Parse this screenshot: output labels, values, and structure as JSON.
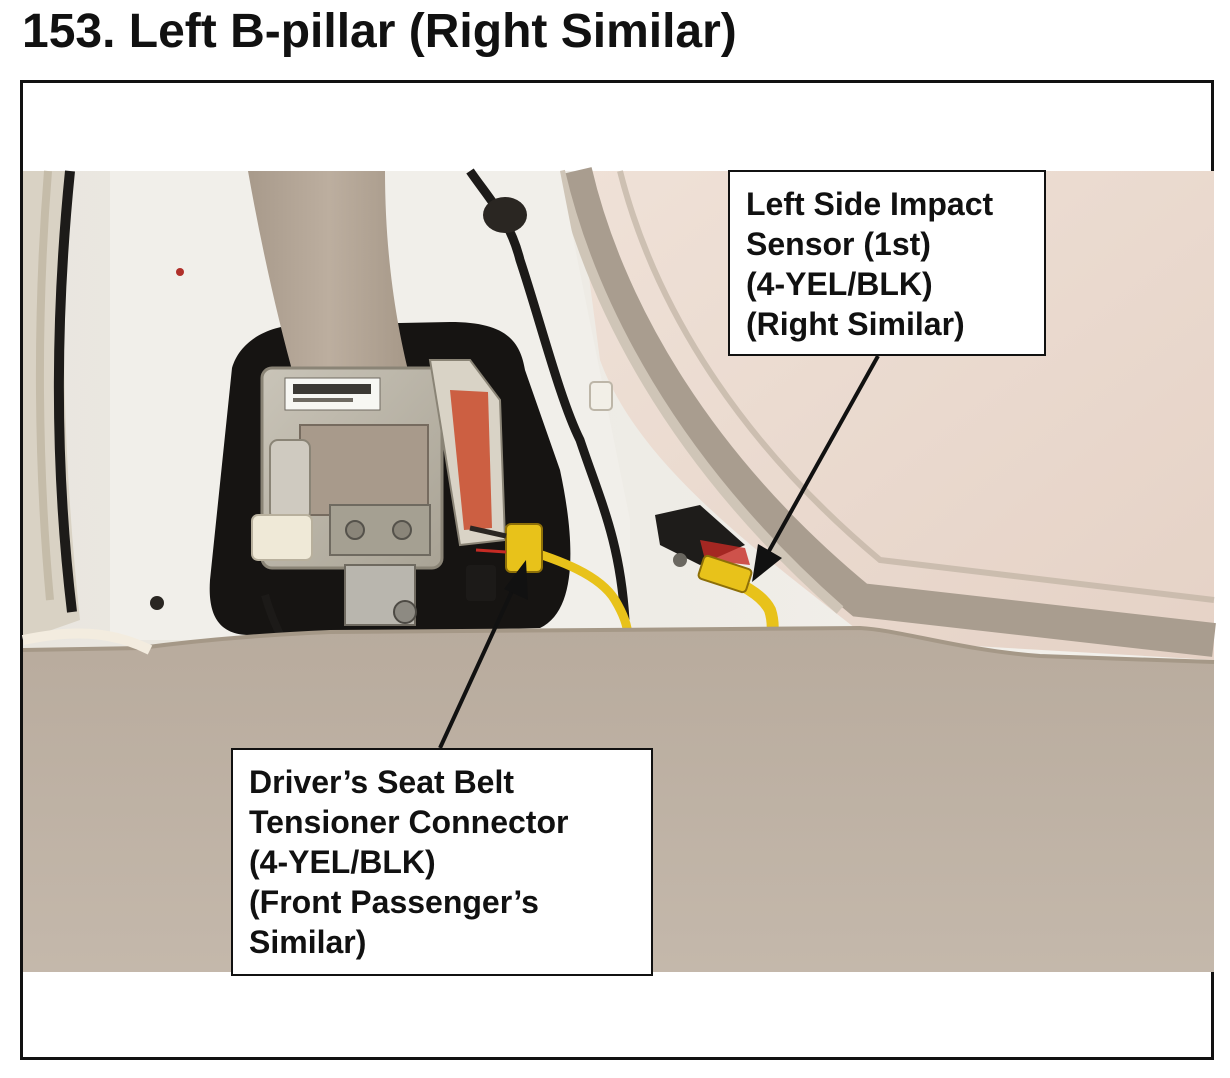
{
  "page": {
    "title": "153.  Left B-pillar (Right Similar)"
  },
  "callouts": {
    "impact_sensor": {
      "lines": [
        "Left Side Impact",
        "Sensor (1st)",
        "(4-YEL/BLK)",
        "(Right Similar)"
      ]
    },
    "tensioner_connector": {
      "lines": [
        "Driver’s Seat Belt",
        "Tensioner Connector",
        "(4-YEL/BLK)",
        "(Front Passenger’s",
        "Similar)"
      ]
    }
  },
  "colors": {
    "harness_yellow": "#e8c21a",
    "carpet": "#b7aa9c",
    "trim_panel": "#e8d7cc",
    "belt_webbing": "#b9aa9b"
  }
}
